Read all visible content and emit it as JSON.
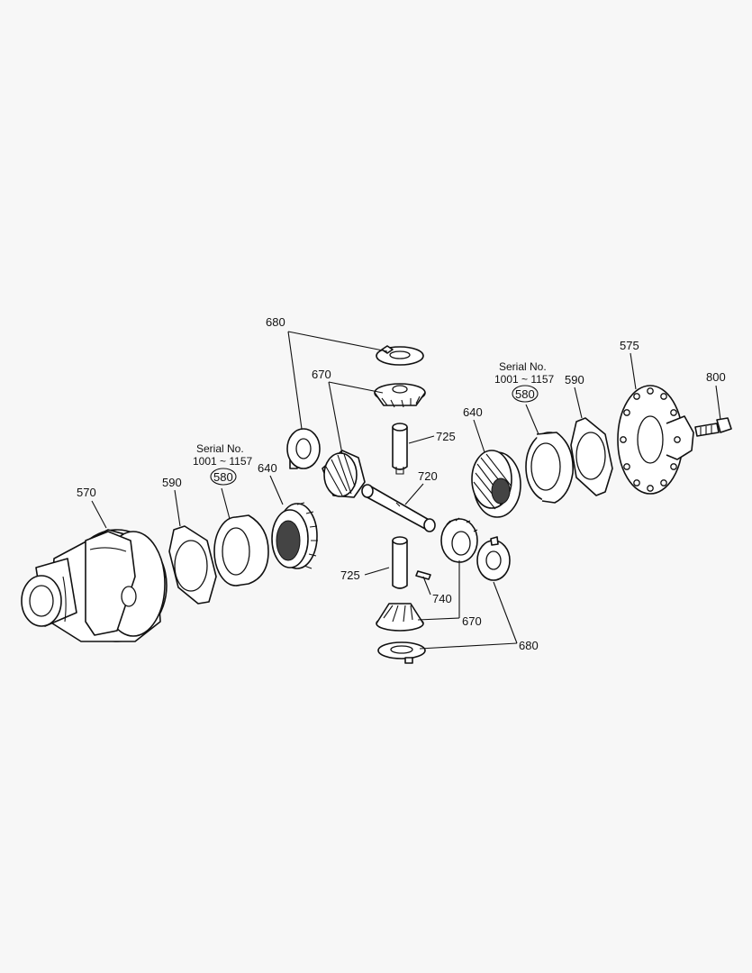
{
  "diagram": {
    "serial_note_left": {
      "line1": "Serial No.",
      "line2": "1001 ~ 1157",
      "ref": "580"
    },
    "serial_note_right": {
      "line1": "Serial No.",
      "line2": "1001 ~ 1157",
      "ref": "580"
    },
    "callouts": {
      "c570": "570",
      "c590_left": "590",
      "c640_left": "640",
      "c680_top": "680",
      "c670_top": "670",
      "c725_top": "725",
      "c720": "720",
      "c640_right": "640",
      "c590_right": "590",
      "c575": "575",
      "c800": "800",
      "c725_bottom": "725",
      "c740": "740",
      "c670_bottom": "670",
      "c680_bottom": "680"
    }
  }
}
